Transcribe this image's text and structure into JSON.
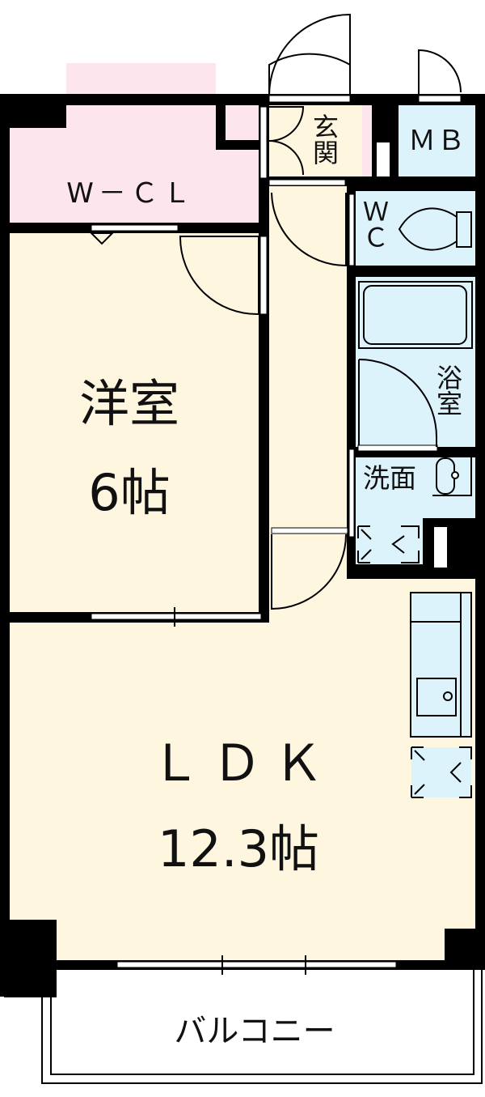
{
  "floorplan": {
    "colors": {
      "wall": "#000000",
      "living_floor": "#fff6e0",
      "closet_floor": "#fde5ee",
      "wet_area_floor": "#dcf3fc",
      "balcony_floor": "#ffffff",
      "opening": "#ffffff"
    },
    "rooms": [
      {
        "id": "wcl",
        "label": "W－ＣＬ",
        "type": "walk-in closet"
      },
      {
        "id": "entrance",
        "label": "玄関",
        "type": "entrance"
      },
      {
        "id": "mb",
        "label": "ＭＢ",
        "type": "meter box"
      },
      {
        "id": "wc",
        "label": "ＷＣ",
        "type": "toilet"
      },
      {
        "id": "bath",
        "label": "浴室",
        "type": "bathroom"
      },
      {
        "id": "washroom",
        "label": "洗面",
        "type": "washroom"
      },
      {
        "id": "western_room",
        "label": "洋室",
        "size": "6帖",
        "type": "bedroom"
      },
      {
        "id": "ldk",
        "label": "ＬＤＫ",
        "size": "12.3帖",
        "type": "living dining kitchen"
      },
      {
        "id": "balcony",
        "label": "バルコニー",
        "type": "balcony"
      }
    ],
    "fixtures": [
      {
        "id": "toilet-fixture",
        "room": "wc"
      },
      {
        "id": "bathtub",
        "room": "bath"
      },
      {
        "id": "wash-basin",
        "room": "washroom"
      },
      {
        "id": "washer-space",
        "room": "washroom"
      },
      {
        "id": "kitchen-counter",
        "room": "ldk"
      },
      {
        "id": "fridge-space",
        "room": "ldk"
      }
    ]
  }
}
